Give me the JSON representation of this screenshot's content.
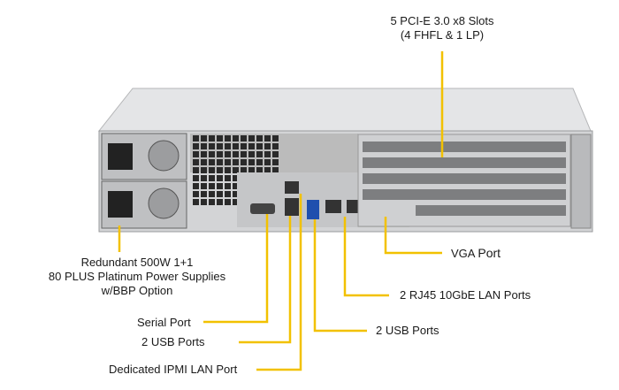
{
  "colors": {
    "callout_line": "#f2c100",
    "chassis": "#d9dadc",
    "panel": "#c9cacc"
  },
  "labels": {
    "pcie_line1": "5 PCI-E 3.0 x8 Slots",
    "pcie_line2": "(4 FHFL & 1 LP)",
    "psu_line1": "Redundant 500W 1+1",
    "psu_line2": "80 PLUS Platinum Power Supplies",
    "psu_line3": "w/BBP Option",
    "vga_prefix": "VGA",
    "vga_suffix": "Port",
    "rj45": "2 RJ45 10GbE LAN Ports",
    "usb_right": "2 USB Ports",
    "serial": "Serial Port",
    "usb_left": "2 USB Ports",
    "ipmi": "Dedicated IPMI LAN Port"
  }
}
